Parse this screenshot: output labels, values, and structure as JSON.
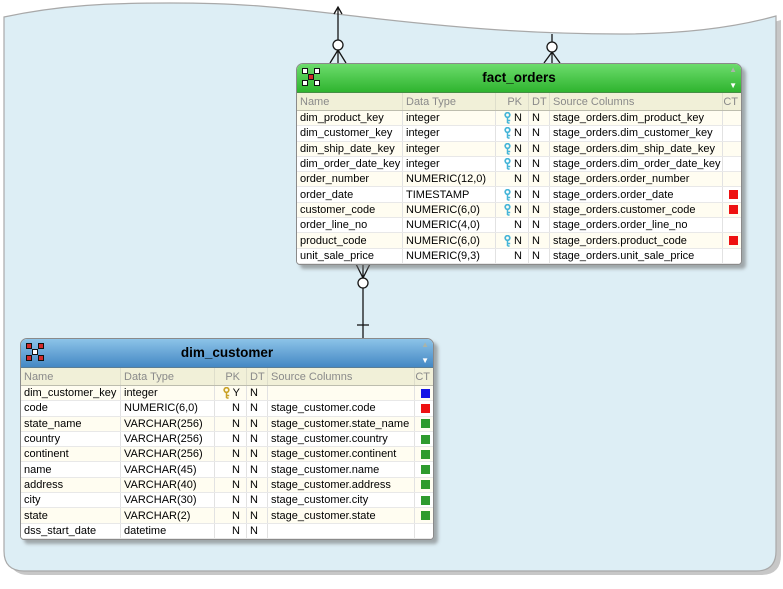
{
  "page": {
    "surface_fill": "#ddeef5",
    "surface_stroke": "#a9a9a9",
    "page_background": "#ffffff"
  },
  "header_labels": {
    "name": "Name",
    "data_type": "Data Type",
    "pk": "PK",
    "dt": "DT",
    "source": "Source Columns",
    "ct": "CT"
  },
  "ct_colors": {
    "red": "#ee1111",
    "green": "#2e9b2e",
    "blue": "#1414e6"
  },
  "key_colors": {
    "cyan": "#45b5d8",
    "gold": "#c9a227"
  },
  "tables": [
    {
      "title": "fact_orders",
      "kind": "fact",
      "header_gradient_top": "#6cdc6c",
      "header_gradient_bottom": "#2fb42f",
      "rows": [
        {
          "name": "dim_product_key",
          "data_type": "integer",
          "key": "cyan",
          "pk": "N",
          "dt": "N",
          "source": "stage_orders.dim_product_key",
          "ct": null
        },
        {
          "name": "dim_customer_key",
          "data_type": "integer",
          "key": "cyan",
          "pk": "N",
          "dt": "N",
          "source": "stage_orders.dim_customer_key",
          "ct": null
        },
        {
          "name": "dim_ship_date_key",
          "data_type": "integer",
          "key": "cyan",
          "pk": "N",
          "dt": "N",
          "source": "stage_orders.dim_ship_date_key",
          "ct": null
        },
        {
          "name": "dim_order_date_key",
          "data_type": "integer",
          "key": "cyan",
          "pk": "N",
          "dt": "N",
          "source": "stage_orders.dim_order_date_key",
          "ct": null
        },
        {
          "name": "order_number",
          "data_type": "NUMERIC(12,0)",
          "key": null,
          "pk": "N",
          "dt": "N",
          "source": "stage_orders.order_number",
          "ct": null
        },
        {
          "name": "order_date",
          "data_type": "TIMESTAMP",
          "key": "cyan",
          "pk": "N",
          "dt": "N",
          "source": "stage_orders.order_date",
          "ct": "red"
        },
        {
          "name": "customer_code",
          "data_type": "NUMERIC(6,0)",
          "key": "cyan",
          "pk": "N",
          "dt": "N",
          "source": "stage_orders.customer_code",
          "ct": "red"
        },
        {
          "name": "order_line_no",
          "data_type": "NUMERIC(4,0)",
          "key": null,
          "pk": "N",
          "dt": "N",
          "source": "stage_orders.order_line_no",
          "ct": null
        },
        {
          "name": "product_code",
          "data_type": "NUMERIC(6,0)",
          "key": "cyan",
          "pk": "N",
          "dt": "N",
          "source": "stage_orders.product_code",
          "ct": "red"
        },
        {
          "name": "unit_sale_price",
          "data_type": "NUMERIC(9,3)",
          "key": null,
          "pk": "N",
          "dt": "N",
          "source": "stage_orders.unit_sale_price",
          "ct": null
        }
      ]
    },
    {
      "title": "dim_customer",
      "kind": "dimension",
      "header_gradient_top": "#8cc3e8",
      "header_gradient_bottom": "#4488c4",
      "rows": [
        {
          "name": "dim_customer_key",
          "data_type": "integer",
          "key": "gold",
          "pk": "Y",
          "dt": "N",
          "source": "",
          "ct": "blue"
        },
        {
          "name": "code",
          "data_type": "NUMERIC(6,0)",
          "key": null,
          "pk": "N",
          "dt": "N",
          "source": "stage_customer.code",
          "ct": "red"
        },
        {
          "name": "state_name",
          "data_type": "VARCHAR(256)",
          "key": null,
          "pk": "N",
          "dt": "N",
          "source": "stage_customer.state_name",
          "ct": "green"
        },
        {
          "name": "country",
          "data_type": "VARCHAR(256)",
          "key": null,
          "pk": "N",
          "dt": "N",
          "source": "stage_customer.country",
          "ct": "green"
        },
        {
          "name": "continent",
          "data_type": "VARCHAR(256)",
          "key": null,
          "pk": "N",
          "dt": "N",
          "source": "stage_customer.continent",
          "ct": "green"
        },
        {
          "name": "name",
          "data_type": "VARCHAR(45)",
          "key": null,
          "pk": "N",
          "dt": "N",
          "source": "stage_customer.name",
          "ct": "green"
        },
        {
          "name": "address",
          "data_type": "VARCHAR(40)",
          "key": null,
          "pk": "N",
          "dt": "N",
          "source": "stage_customer.address",
          "ct": "green"
        },
        {
          "name": "city",
          "data_type": "VARCHAR(30)",
          "key": null,
          "pk": "N",
          "dt": "N",
          "source": "stage_customer.city",
          "ct": "green"
        },
        {
          "name": "state",
          "data_type": "VARCHAR(2)",
          "key": null,
          "pk": "N",
          "dt": "N",
          "source": "stage_customer.state",
          "ct": "green"
        },
        {
          "name": "dss_start_date",
          "data_type": "datetime",
          "key": null,
          "pk": "N",
          "dt": "N",
          "source": "",
          "ct": null
        }
      ]
    }
  ],
  "relationships": [
    {
      "id": "external-top-left",
      "to": "fact_orders",
      "end_symbol": "zero-or-many"
    },
    {
      "id": "external-top-right",
      "to": "fact_orders",
      "end_symbol": "zero-or-many"
    },
    {
      "id": "dim_customer-fact_orders",
      "from": "dim_customer",
      "to": "fact_orders",
      "from_symbol": "one",
      "end_symbol": "zero-or-many"
    }
  ]
}
